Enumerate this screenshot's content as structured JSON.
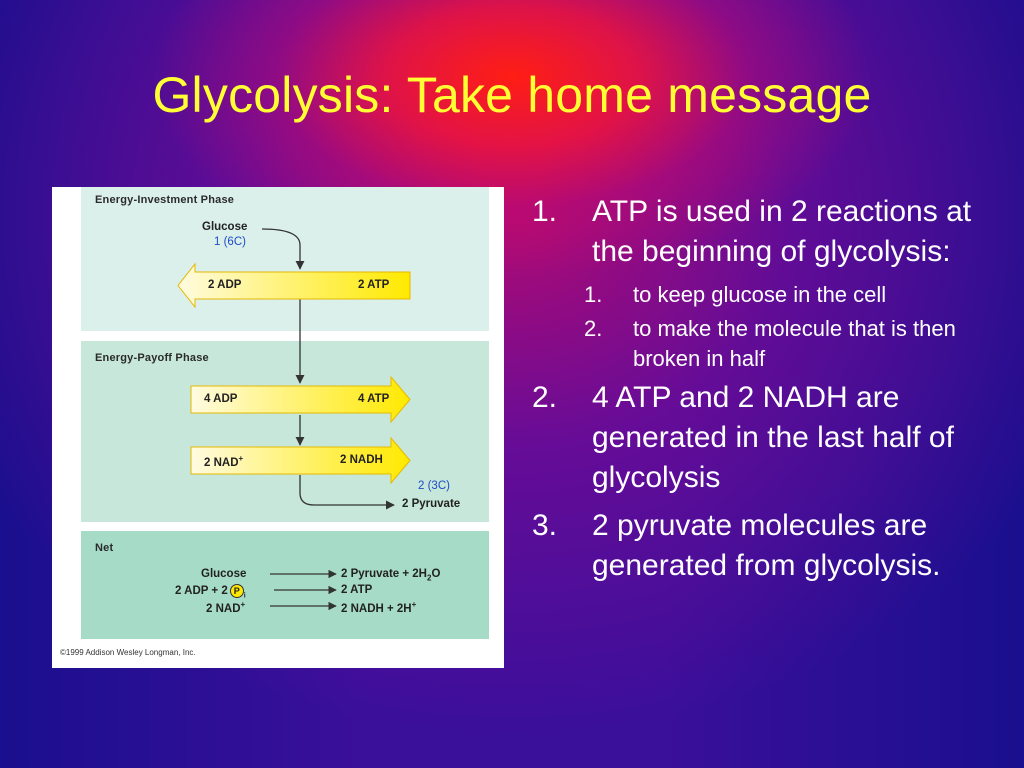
{
  "slide": {
    "title": "Glycolysis: Take home message"
  },
  "figure": {
    "phase1_label": "Energy-Investment Phase",
    "phase2_label": "Energy-Payoff Phase",
    "net_label": "Net",
    "glucose": "Glucose",
    "glucose_carbons": "1 (6C)",
    "step1_left": "2 ADP",
    "step1_right": "2 ATP",
    "step2_left": "4 ADP",
    "step2_right": "4 ATP",
    "step3_left": "2 NAD",
    "step3_left_sup": "+",
    "step3_right": "2 NADH",
    "pyruvate_carbons": "2 (3C)",
    "pyruvate": "2 Pyruvate",
    "net_row1_left": "Glucose",
    "net_row1_right": "2 Pyruvate + 2H",
    "net_row1_right_sub": "2",
    "net_row1_right_tail": "O",
    "net_row2_left": "2 ADP + 2",
    "net_row2_pi": "P",
    "net_row2_pi_sub": "i",
    "net_row2_right": "2 ATP",
    "net_row3_left": "2 NAD",
    "net_row3_left_sup": "+",
    "net_row3_right": "2 NADH + 2H",
    "net_row3_right_sup": "+",
    "copyright": "©1999 Addison Wesley Longman, Inc.",
    "colors": {
      "arrow_fill_start": "#fffbe0",
      "arrow_fill_end": "#ffe900",
      "arrow_stroke": "#e6b800",
      "carbon_label": "#1e4cc8"
    }
  },
  "bullets": {
    "item1_num": "1.",
    "item1": "ATP is used in 2 reactions at the beginning of glycolysis:",
    "sub1_num": "1.",
    "sub1": "to keep glucose in the cell",
    "sub2_num": "2.",
    "sub2": "to make the molecule that is then broken in half",
    "item2_num": "2.",
    "item2": "4 ATP and 2 NADH are generated in the last half of glycolysis",
    "item3_num": "3.",
    "item3": "2 pyruvate molecules are generated from glycolysis."
  }
}
